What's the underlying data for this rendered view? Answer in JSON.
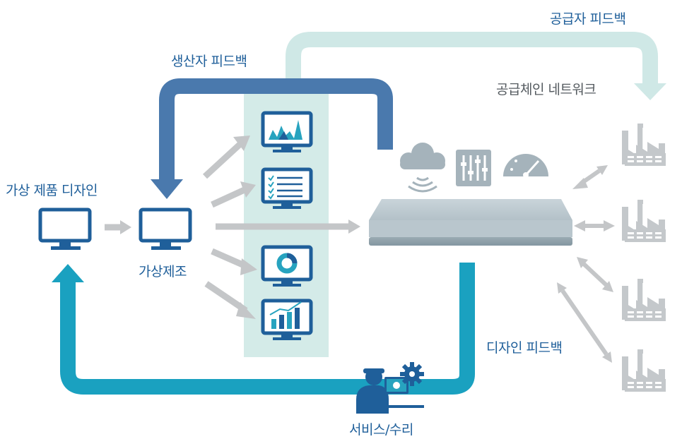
{
  "labels": {
    "virtual_design": "가상 제품 디자인",
    "virtual_manufacturing": "가상제조",
    "producer_feedback": "생산자 피드백",
    "supplier_feedback": "공급자 피드백",
    "supply_chain_network": "공급체인 네트워크",
    "design_feedback": "디자인 피드백",
    "service_repair": "서비스/수리"
  },
  "colors": {
    "navy": "#1f5f9a",
    "producer_arrow": "#4a79ad",
    "supplier_arrow": "#cfe8e6",
    "design_arrow": "#1aa1c0",
    "grey_arrow": "#c4c6c8",
    "highlight_band": "#d4ebe8",
    "platform": "#b7c5cc",
    "factory": "#c4c8cb"
  },
  "icons": [
    "monitor-icon",
    "area-chart-icon",
    "checklist-icon",
    "donut-chart-icon",
    "bar-chart-icon",
    "cloud-wireless-icon",
    "equalizer-icon",
    "gauge-icon",
    "factory-icon",
    "technician-icon",
    "gear-icon"
  ]
}
